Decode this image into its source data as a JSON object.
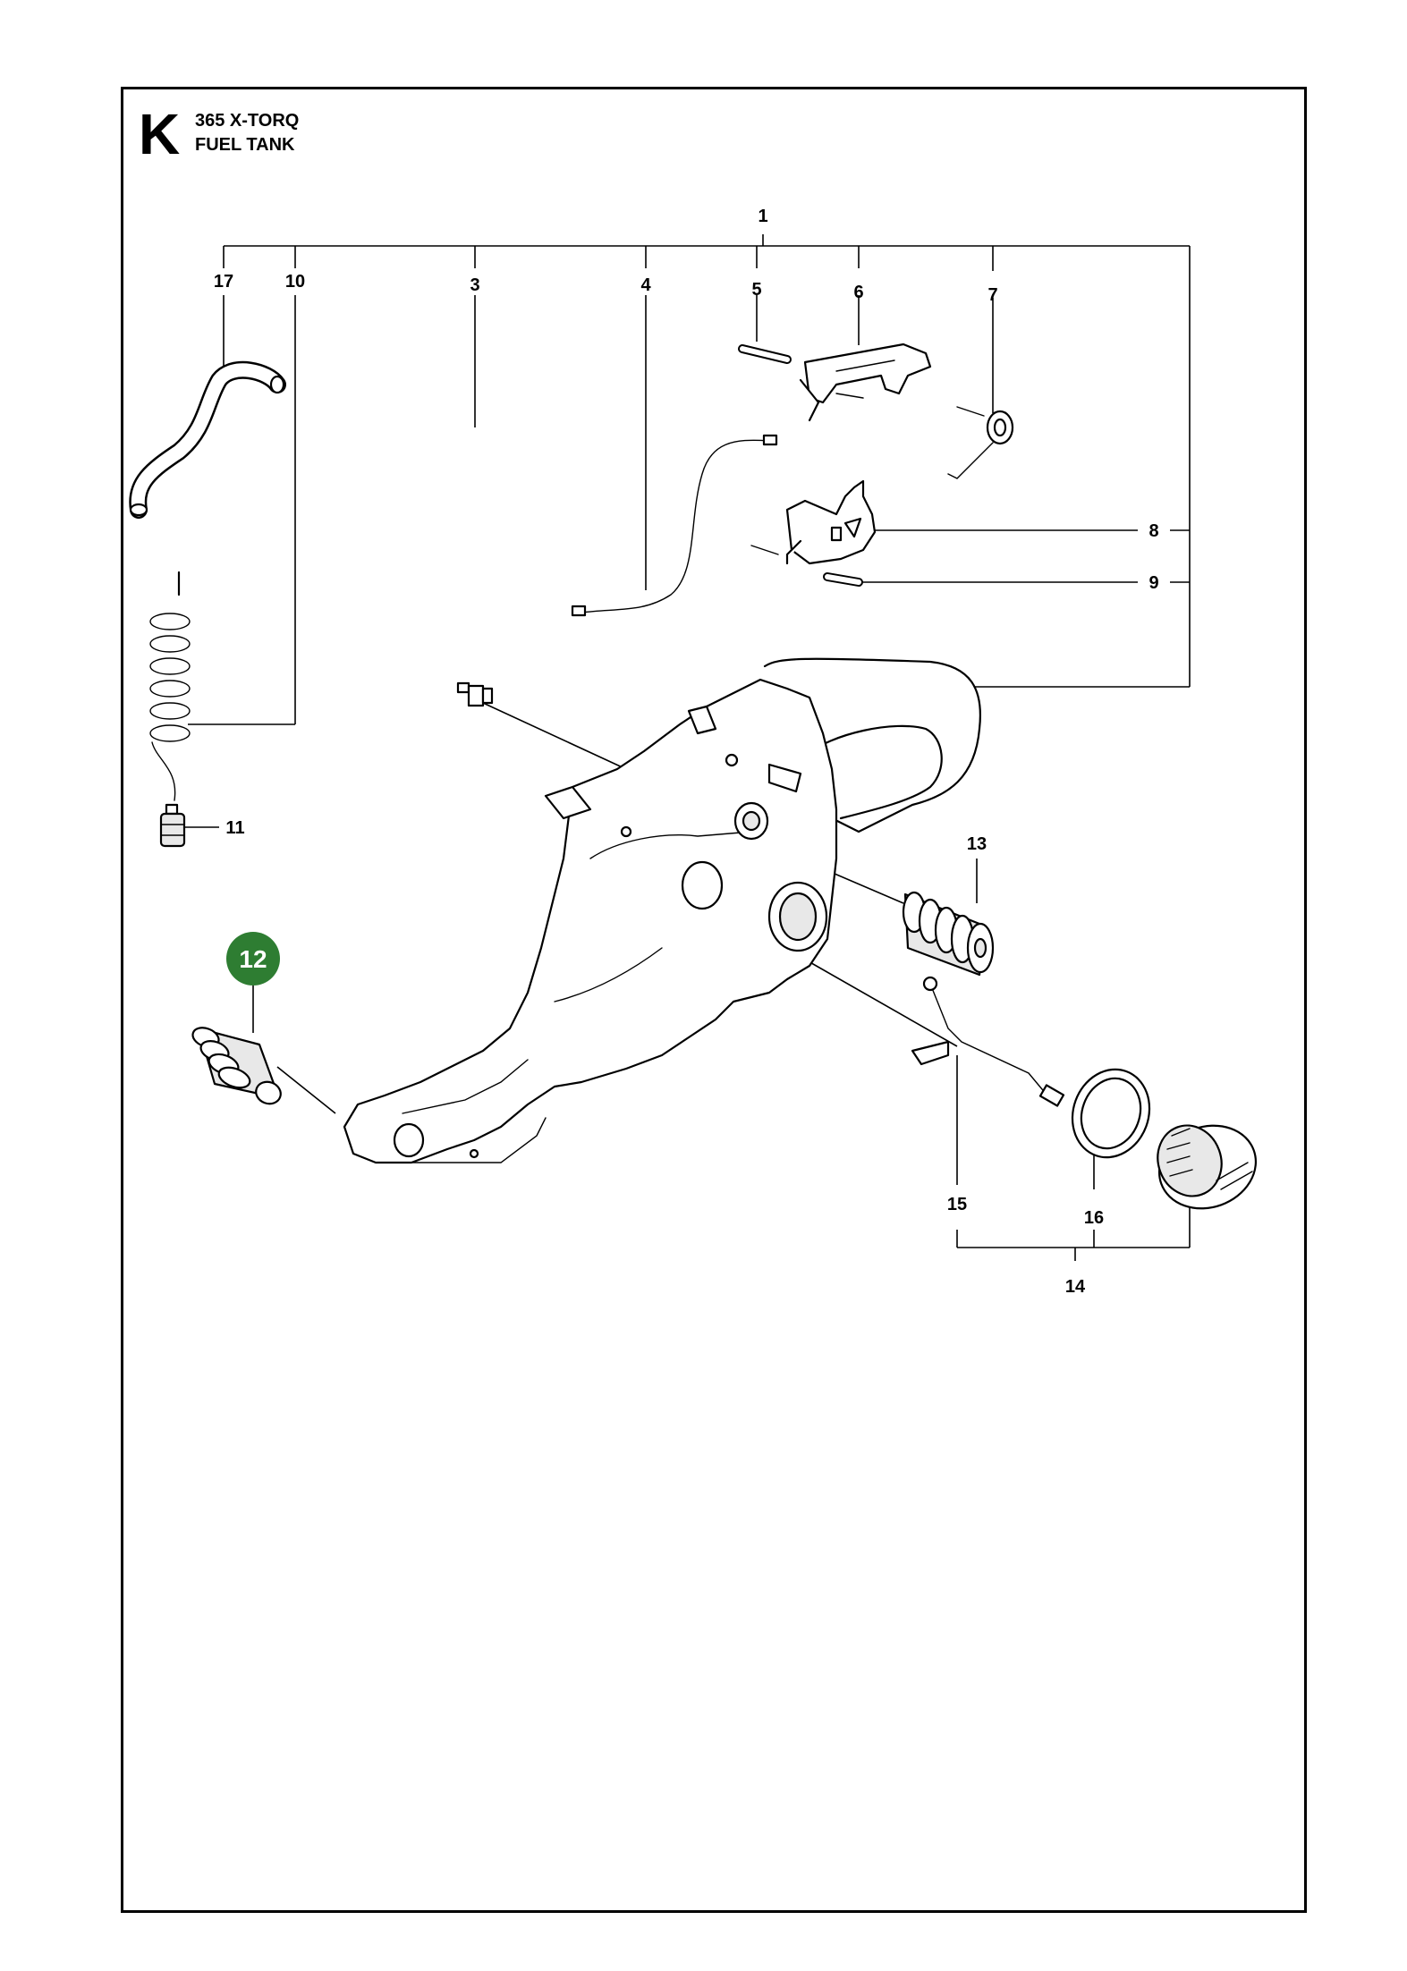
{
  "header": {
    "section_letter": "K",
    "model": "365 X-TORQ",
    "assembly": "FUEL TANK"
  },
  "callouts": [
    {
      "id": "1",
      "label": "1"
    },
    {
      "id": "3",
      "label": "3"
    },
    {
      "id": "4",
      "label": "4"
    },
    {
      "id": "5",
      "label": "5"
    },
    {
      "id": "6",
      "label": "6"
    },
    {
      "id": "7",
      "label": "7"
    },
    {
      "id": "8",
      "label": "8"
    },
    {
      "id": "9",
      "label": "9"
    },
    {
      "id": "10",
      "label": "10"
    },
    {
      "id": "11",
      "label": "11"
    },
    {
      "id": "12",
      "label": "12",
      "highlighted": true
    },
    {
      "id": "13",
      "label": "13"
    },
    {
      "id": "14",
      "label": "14"
    },
    {
      "id": "15",
      "label": "15"
    },
    {
      "id": "16",
      "label": "16"
    },
    {
      "id": "17",
      "label": "17"
    }
  ],
  "colors": {
    "highlight": "#2e7d32",
    "line": "#000000",
    "background": "#ffffff"
  }
}
